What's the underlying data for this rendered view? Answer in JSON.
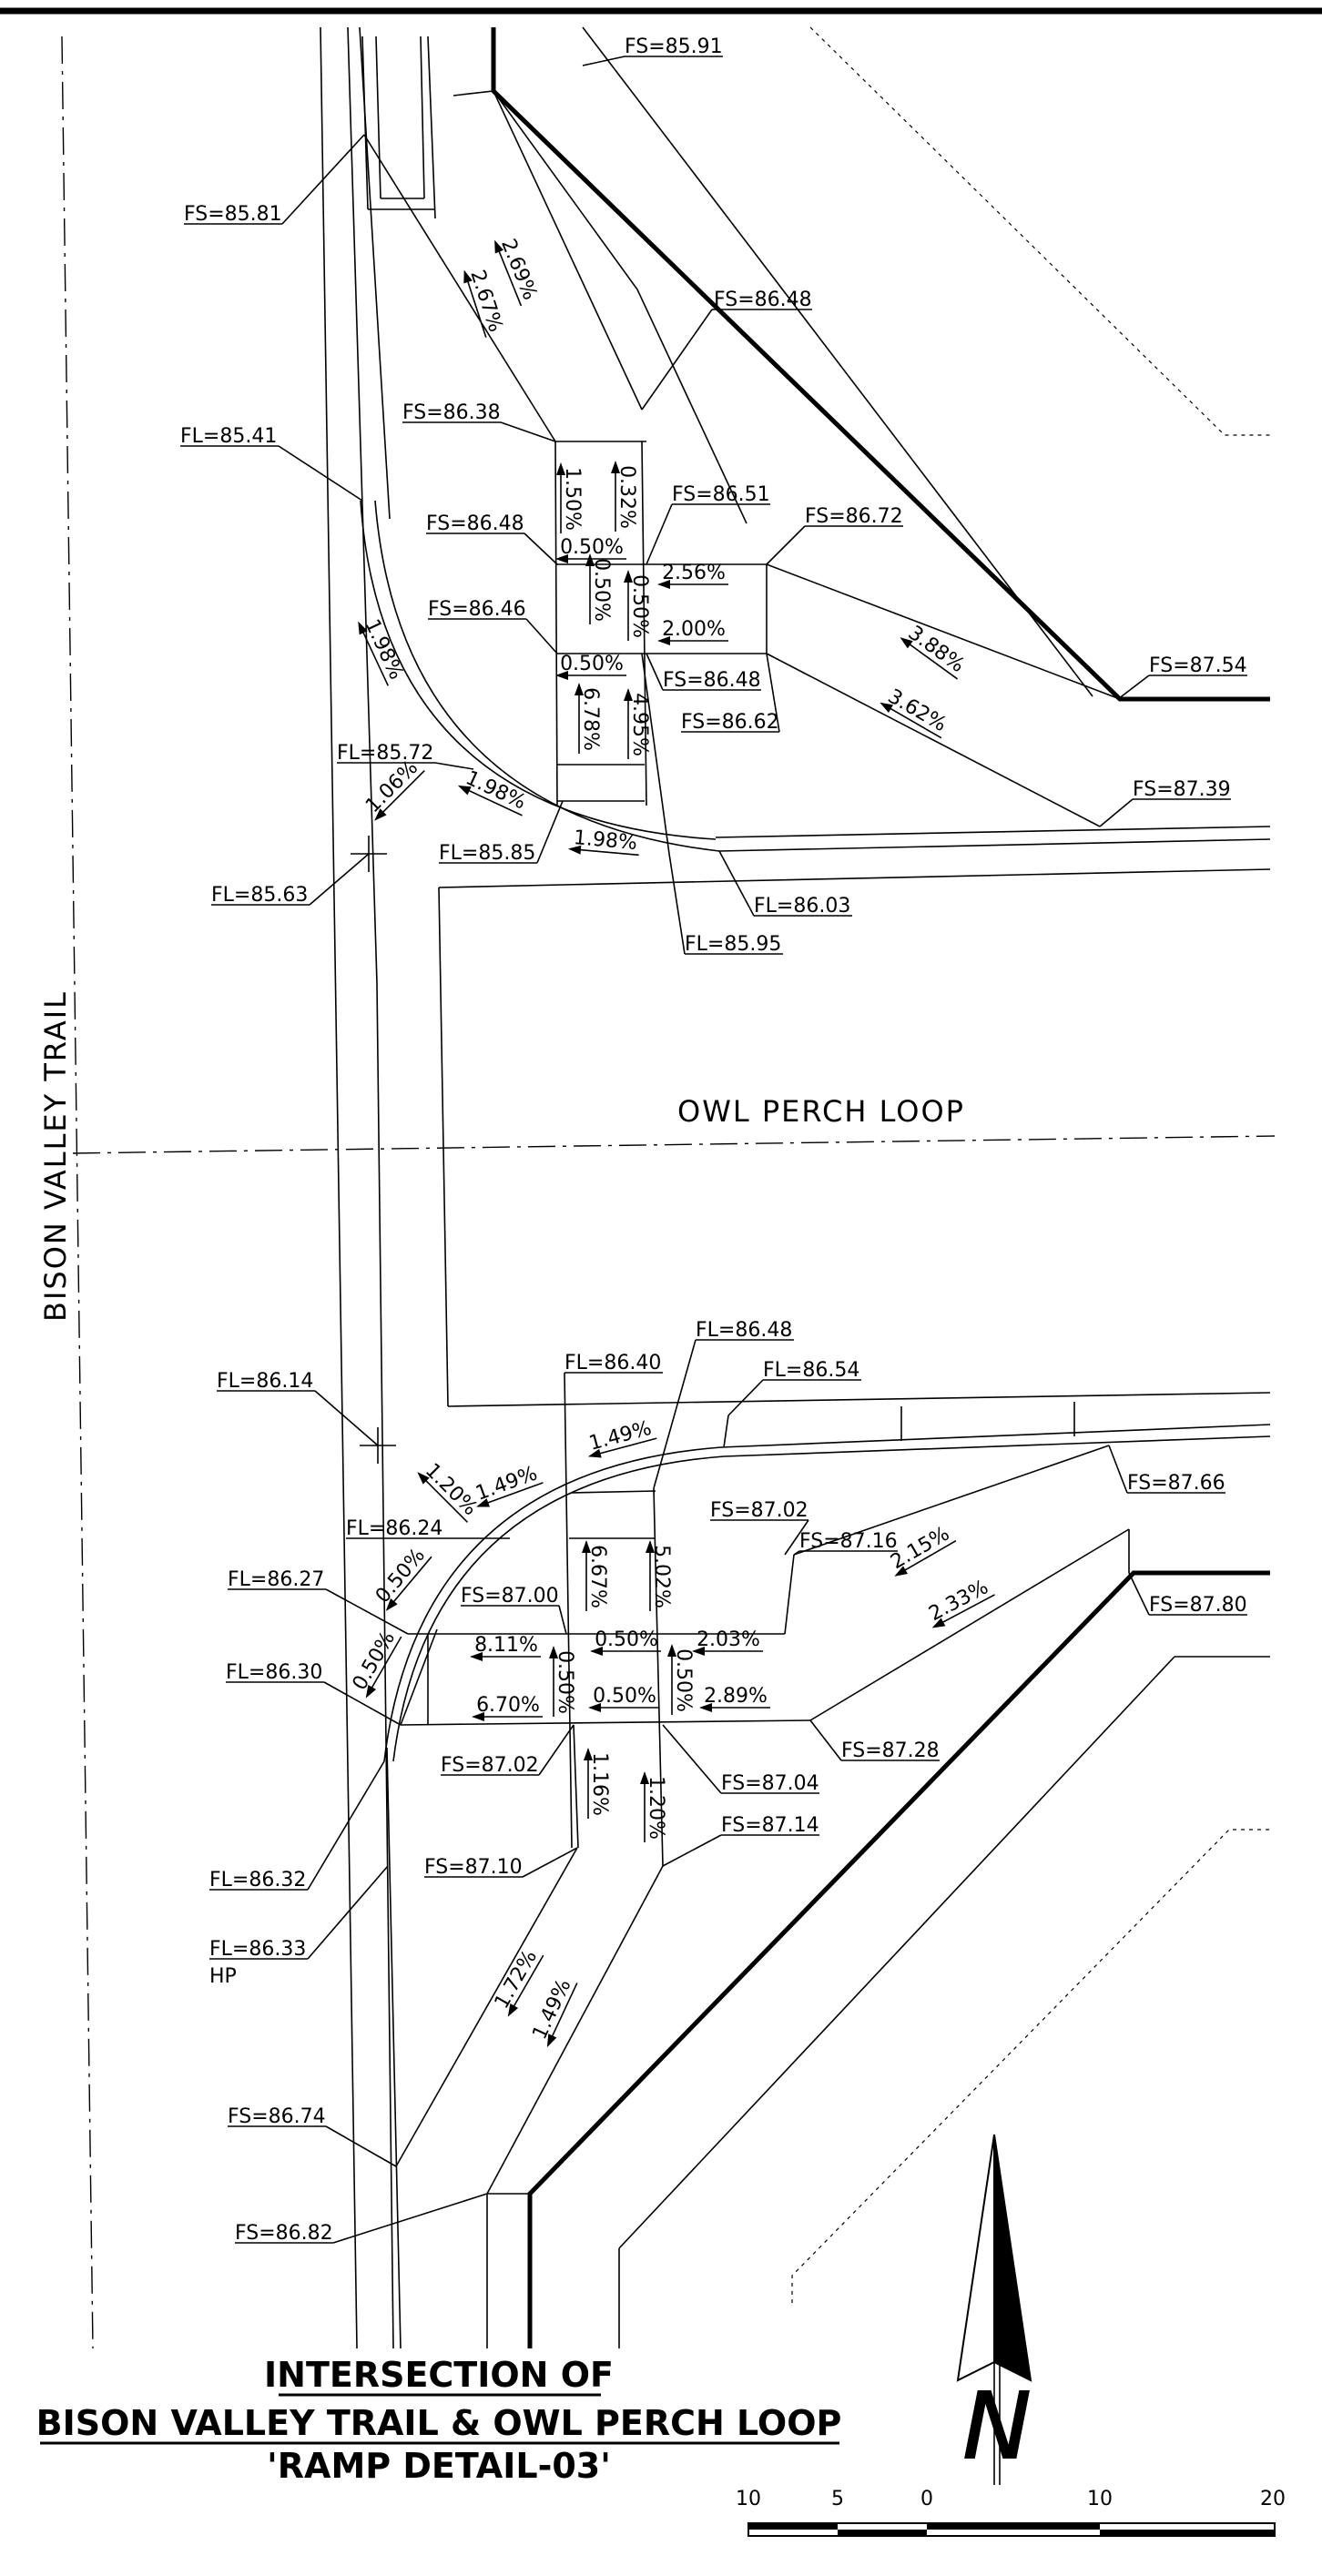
{
  "streets": {
    "vertical": "BISON VALLEY TRAIL",
    "horizontal": "OWL PERCH LOOP"
  },
  "title": {
    "line1": "INTERSECTION OF",
    "line2": "BISON VALLEY TRAIL & OWL PERCH LOOP",
    "line3": "'RAMP DETAIL-03'"
  },
  "north_arrow": {
    "letter": "N"
  },
  "scale_bar": {
    "labels": [
      "10",
      "5",
      "0",
      "10",
      "20"
    ]
  },
  "labels": [
    {
      "text": "FS=85.91"
    },
    {
      "text": "FS=85.81"
    },
    {
      "text": "FS=86.48"
    },
    {
      "text": "FS=86.38"
    },
    {
      "text": "FL=85.41"
    },
    {
      "text": "FS=86.51"
    },
    {
      "text": "FS=86.72"
    },
    {
      "text": "FS=86.48"
    },
    {
      "text": "FS=86.46"
    },
    {
      "text": "FS=86.48"
    },
    {
      "text": "FS=86.62"
    },
    {
      "text": "FS=87.54"
    },
    {
      "text": "FL=85.72"
    },
    {
      "text": "FS=87.39"
    },
    {
      "text": "FL=85.85"
    },
    {
      "text": "FL=85.63"
    },
    {
      "text": "FL=86.03"
    },
    {
      "text": "FL=85.95"
    },
    {
      "text": "FL=86.48"
    },
    {
      "text": "FL=86.40"
    },
    {
      "text": "FL=86.54"
    },
    {
      "text": "FL=86.14"
    },
    {
      "text": "FS=87.66"
    },
    {
      "text": "FS=87.02"
    },
    {
      "text": "FL=86.24"
    },
    {
      "text": "FS=87.16"
    },
    {
      "text": "FL=86.27"
    },
    {
      "text": "FS=87.00"
    },
    {
      "text": "FS=87.80"
    },
    {
      "text": "FL=86.30"
    },
    {
      "text": "FS=87.28"
    },
    {
      "text": "FS=87.02"
    },
    {
      "text": "FS=87.04"
    },
    {
      "text": "FS=87.14"
    },
    {
      "text": "FS=87.10"
    },
    {
      "text": "FL=86.32"
    },
    {
      "text": "FL=86.33"
    },
    {
      "text": "HP"
    },
    {
      "text": "FS=86.74"
    },
    {
      "text": "FS=86.82"
    }
  ],
  "slopes": [
    {
      "text": "2.69%"
    },
    {
      "text": "2.67%"
    },
    {
      "text": "1.50%"
    },
    {
      "text": "0.32%"
    },
    {
      "text": "0.50%"
    },
    {
      "text": "2.56%"
    },
    {
      "text": "0.50%"
    },
    {
      "text": "0.50%"
    },
    {
      "text": "2.00%"
    },
    {
      "text": "0.50%"
    },
    {
      "text": "3.88%"
    },
    {
      "text": "1.98%"
    },
    {
      "text": "6.78%"
    },
    {
      "text": "4.95%"
    },
    {
      "text": "3.62%"
    },
    {
      "text": "1.06%"
    },
    {
      "text": "1.98%"
    },
    {
      "text": "1.98%"
    },
    {
      "text": "1.49%"
    },
    {
      "text": "1.49%"
    },
    {
      "text": "1.20%"
    },
    {
      "text": "6.67%"
    },
    {
      "text": "5.02%"
    },
    {
      "text": "2.15%"
    },
    {
      "text": "0.50%"
    },
    {
      "text": "2.33%"
    },
    {
      "text": "8.11%"
    },
    {
      "text": "0.50%"
    },
    {
      "text": "2.03%"
    },
    {
      "text": "0.50%"
    },
    {
      "text": "0.50%"
    },
    {
      "text": "0.50%"
    },
    {
      "text": "6.70%"
    },
    {
      "text": "0.50%"
    },
    {
      "text": "2.89%"
    },
    {
      "text": "1.16%"
    },
    {
      "text": "1.20%"
    },
    {
      "text": "1.72%"
    },
    {
      "text": "1.49%"
    }
  ]
}
